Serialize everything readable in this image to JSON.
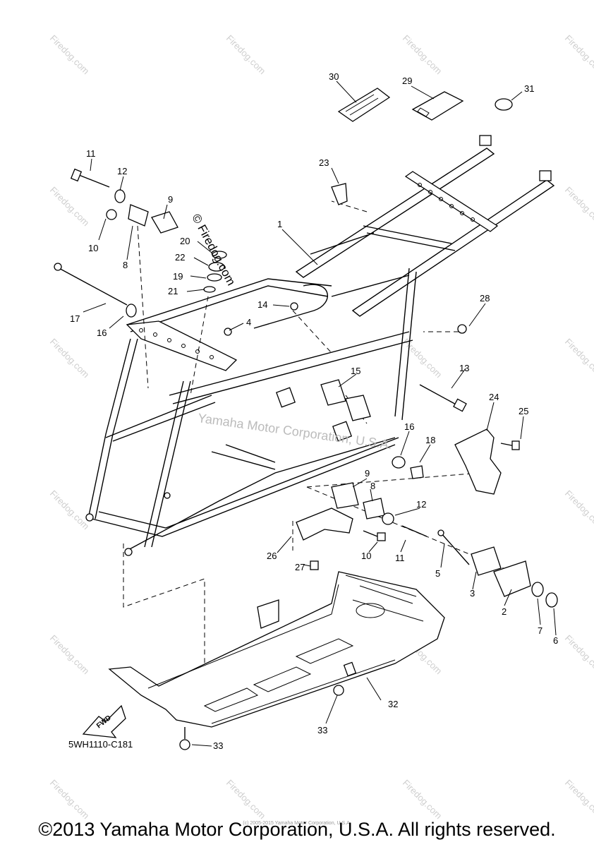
{
  "diagram_code": "5WH1110-C181",
  "copyright": "©2013 Yamaha Motor Corporation, U.S.A. All rights reserved.",
  "fine_print": "(c) 2005-2015 Yamaha Motor Corporation, U.S.A.",
  "firedog_label": "© Firedog.com",
  "watermark_text": "Firedog.com",
  "yamaha_watermark": "Yamaha Motor Corporation, U.S.A.",
  "fwd_label": "FWD",
  "callouts": [
    "1",
    "2",
    "3",
    "4",
    "5",
    "6",
    "7",
    "8",
    "9",
    "10",
    "11",
    "12",
    "13",
    "14",
    "15",
    "16",
    "17",
    "18",
    "19",
    "20",
    "21",
    "22",
    "23",
    "24",
    "25",
    "26",
    "27",
    "28",
    "29",
    "30",
    "31",
    "32",
    "33",
    "8",
    "9",
    "10",
    "11",
    "12",
    "16",
    "33"
  ]
}
